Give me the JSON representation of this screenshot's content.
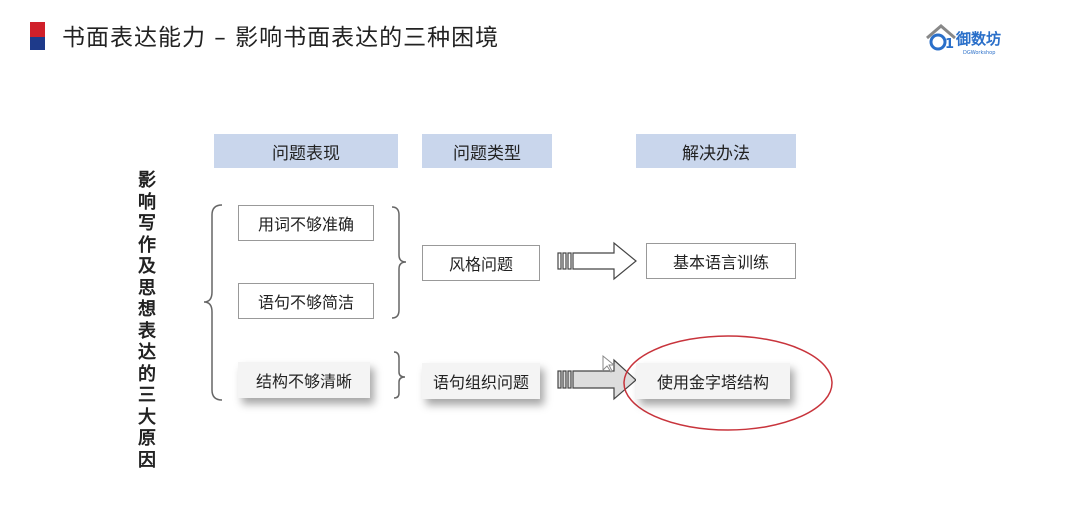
{
  "title": "书面表达能力 – 影响书面表达的三种困境",
  "logo": {
    "name": "御数坊",
    "sub": "DGWorkshop"
  },
  "side_label": "影响写作及思想表达的三大原因",
  "headers": [
    "问题表现",
    "问题类型",
    "解决办法"
  ],
  "symptoms": [
    "用词不够准确",
    "语句不够简洁",
    "结构不够清晰"
  ],
  "types": [
    "风格问题",
    "语句组织问题"
  ],
  "solutions": [
    "基本语言训练",
    "使用金字塔结构"
  ],
  "colors": {
    "header": "#c9d6ec",
    "highlight": "#c8343c"
  }
}
